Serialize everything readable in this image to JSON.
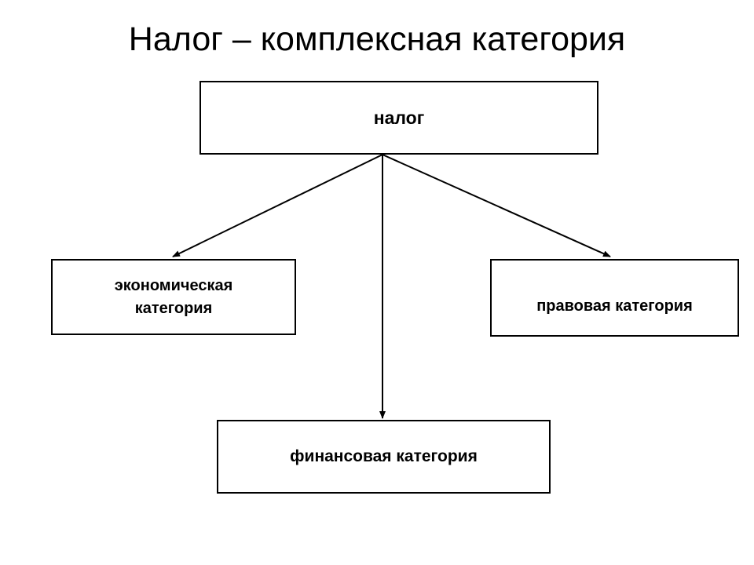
{
  "slide": {
    "title": "Налог – комплексная категория",
    "background_color": "#ffffff",
    "line_color": "#000000",
    "text_color": "#000000"
  },
  "diagram": {
    "type": "hierarchy-tree",
    "root": {
      "id": "root",
      "label": "налог"
    },
    "children": [
      {
        "id": "economic",
        "label": "экономическая\nкатегория",
        "position": "left"
      },
      {
        "id": "financial",
        "label": "финансовая категория",
        "position": "bottom-center"
      },
      {
        "id": "legal",
        "label": "правовая категория",
        "position": "right"
      }
    ],
    "connectors": [
      {
        "from": "root",
        "to": "economic",
        "arrow": "single",
        "style": "solid"
      },
      {
        "from": "root",
        "to": "financial",
        "arrow": "single",
        "style": "solid"
      },
      {
        "from": "root",
        "to": "legal",
        "arrow": "single",
        "style": "solid"
      }
    ]
  }
}
